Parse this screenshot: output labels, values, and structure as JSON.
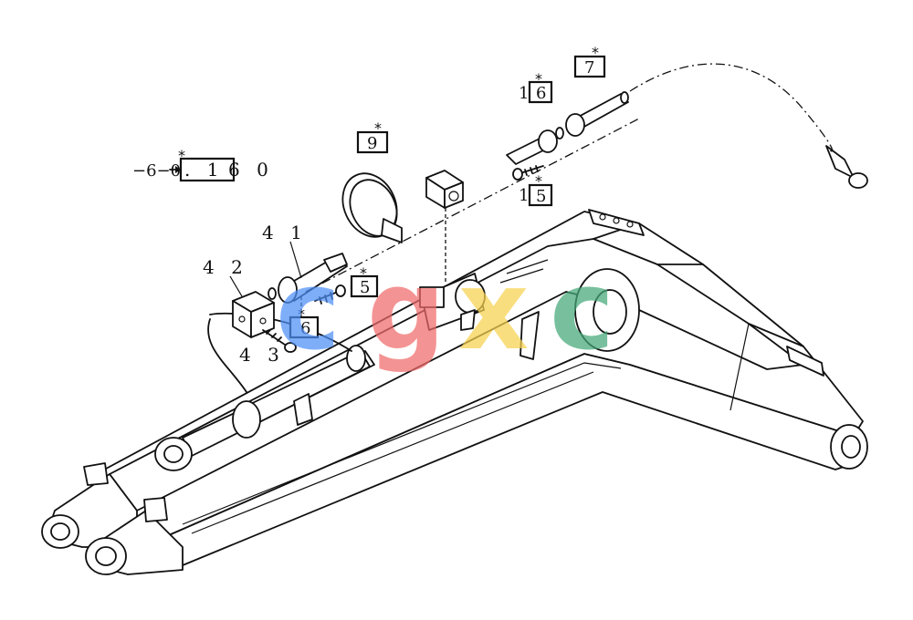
{
  "diagram": {
    "callouts": {
      "c41": "4 1",
      "c42": "4 2",
      "c43": "4 3",
      "c5a": "5",
      "c5b": "5",
      "c6a": "6",
      "c6b": "6",
      "c6pre_b": "1",
      "c5pre_b": "1",
      "c7": "7",
      "c9": "9",
      "ref_prefix": "−6−0",
      "ref_box": ". 1",
      "ref_suffix": "6 0",
      "star": "*"
    },
    "watermark": {
      "letters": [
        "c",
        "g",
        "x",
        "c"
      ],
      "colors": [
        "#4f8ff7",
        "#f06a6a",
        "#f7d24f",
        "#45a878"
      ]
    }
  }
}
